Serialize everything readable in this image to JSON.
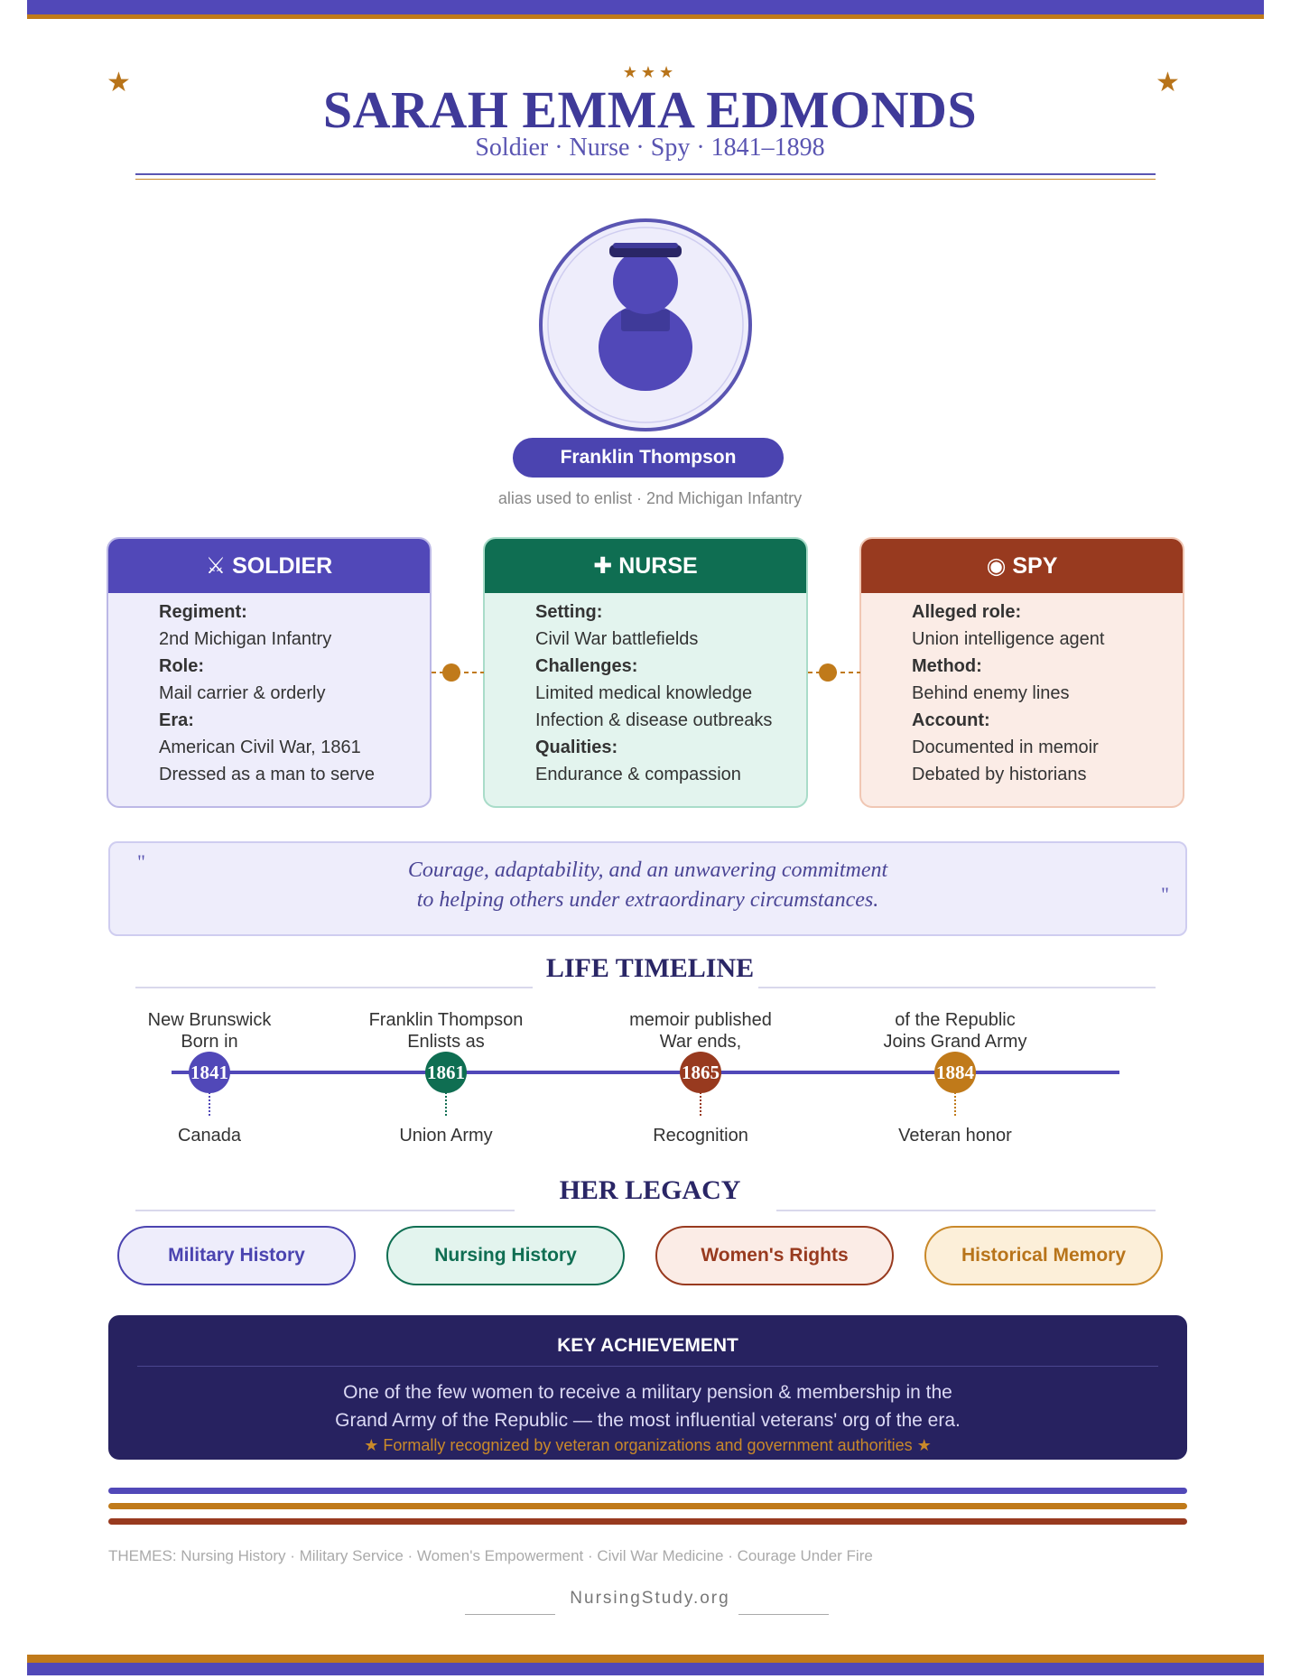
{
  "header": {
    "title": "SARAH EMMA EDMONDS",
    "subtitle": "Soldier · Nurse · Spy · 1841–1898",
    "stars": "★★★",
    "corner_star": "★"
  },
  "portrait": {
    "alias_name": "Franklin Thompson",
    "alias_note": "alias used to enlist · 2nd Michigan Infantry"
  },
  "cards": [
    {
      "title": "⚔ SOLDIER",
      "color": "#5148b8",
      "rows": [
        {
          "text": "Regiment:",
          "key": true
        },
        {
          "text": "2nd Michigan Infantry",
          "key": false
        },
        {
          "text": "Role:",
          "key": true
        },
        {
          "text": "Mail carrier & orderly",
          "key": false
        },
        {
          "text": "Era:",
          "key": true
        },
        {
          "text": "American Civil War, 1861",
          "key": false
        },
        {
          "text": "Dressed as a man to serve",
          "key": false
        }
      ]
    },
    {
      "title": "✚ NURSE",
      "color": "#0f6e52",
      "rows": [
        {
          "text": "Setting:",
          "key": true
        },
        {
          "text": "Civil War battlefields",
          "key": false
        },
        {
          "text": "Challenges:",
          "key": true
        },
        {
          "text": "Limited medical knowledge",
          "key": false
        },
        {
          "text": "Infection & disease outbreaks",
          "key": false
        },
        {
          "text": "Qualities:",
          "key": true
        },
        {
          "text": "Endurance & compassion",
          "key": false
        }
      ]
    },
    {
      "title": "◉ SPY",
      "color": "#983a1f",
      "rows": [
        {
          "text": "Alleged role:",
          "key": true
        },
        {
          "text": "Union intelligence agent",
          "key": false
        },
        {
          "text": "Method:",
          "key": true
        },
        {
          "text": "Behind enemy lines",
          "key": false
        },
        {
          "text": "Account:",
          "key": true
        },
        {
          "text": "Documented in memoir",
          "key": false
        },
        {
          "text": "Debated by historians",
          "key": false
        }
      ]
    }
  ],
  "quote": {
    "open_mark": "\"",
    "close_mark": "\"",
    "line1": "Courage, adaptability, and an unwavering commitment",
    "line2": "to helping others under extraordinary circumstances."
  },
  "timeline": {
    "title": "LIFE TIMELINE",
    "events": [
      {
        "top1": "New Brunswick",
        "top2": "Born in",
        "year": "1841",
        "bottom": "Canada",
        "color": "#5148b8"
      },
      {
        "top1": "Franklin Thompson",
        "top2": "Enlists as",
        "year": "1861",
        "bottom": "Union Army",
        "color": "#0f6e52"
      },
      {
        "top1": "memoir published",
        "top2": "War ends,",
        "year": "1865",
        "bottom": "Recognition",
        "color": "#983a1f"
      },
      {
        "top1": "of the Republic",
        "top2": "Joins Grand Army",
        "year": "1884",
        "bottom": "Veteran honor",
        "color": "#c07a1a"
      }
    ]
  },
  "legacy": {
    "title": "HER LEGACY",
    "items": [
      {
        "label": "Military History",
        "fg": "#4b44b0",
        "bg": "#eeedfb",
        "border": "#4b44b0"
      },
      {
        "label": "Nursing History",
        "fg": "#0f6e52",
        "bg": "#e3f4ee",
        "border": "#0f6e52"
      },
      {
        "label": "Women's Rights",
        "fg": "#983a1f",
        "bg": "#fbece6",
        "border": "#983a1f"
      },
      {
        "label": "Historical Memory",
        "fg": "#b8741a",
        "bg": "#fcefd9",
        "border": "#c9892a"
      }
    ]
  },
  "achievement": {
    "title": "KEY ACHIEVEMENT",
    "line1": "One of the few women to receive a military pension & membership in the",
    "line2": "Grand Army of the Republic — the most influential veterans' org of the era.",
    "note": "★ Formally recognized by veteran organizations and government authorities ★"
  },
  "footer": {
    "themes": "THEMES: Nursing History · Military Service · Women's Empowerment · Civil War Medicine · Courage Under Fire",
    "site": "NursingStudy.org"
  },
  "colors": {
    "purple": "#5148b8",
    "gold": "#c07a1a",
    "rust": "#983a1f",
    "navy": "#272260"
  }
}
